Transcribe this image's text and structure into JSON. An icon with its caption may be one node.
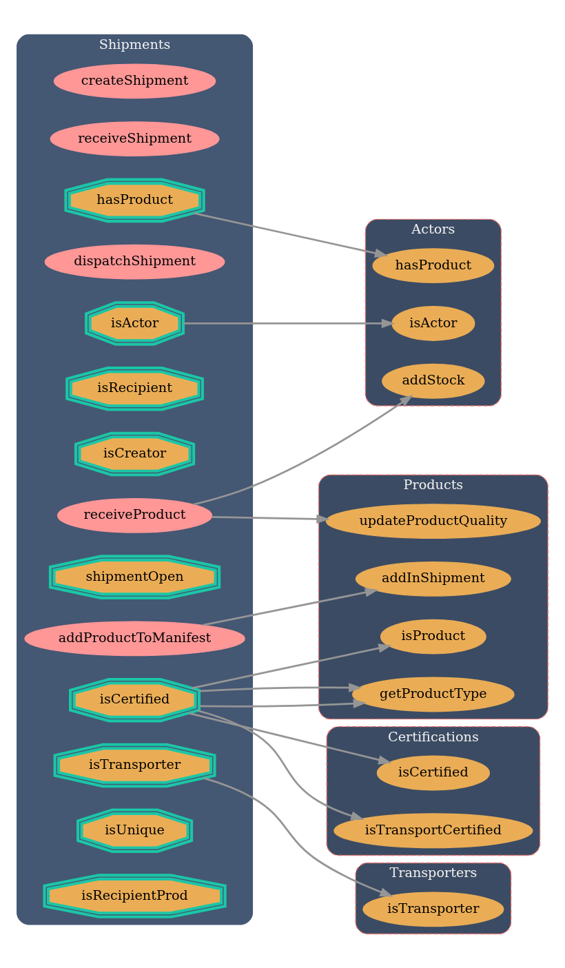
{
  "diagram": {
    "nodes": [
      {
        "text": [
          "Shipments"
        ]
      },
      {
        "text": [
          "createShipment"
        ],
        "in": 0
      },
      {
        "text": [
          "receiveShipment"
        ],
        "in": 0
      },
      {
        "text": [
          "hasProduct"
        ],
        "in": 0
      },
      {
        "text": [
          "dispatchShipment"
        ],
        "in": 0
      },
      {
        "text": [
          "isActor"
        ],
        "in": 0
      },
      {
        "text": [
          "isRecipient"
        ],
        "in": 0
      },
      {
        "text": [
          "isCreator"
        ],
        "in": 0
      },
      {
        "text": [
          "receiveProduct"
        ],
        "in": 0
      },
      {
        "text": [
          "shipmentOpen"
        ],
        "in": 0
      },
      {
        "text": [
          "addProductToManifest"
        ],
        "in": 0
      },
      {
        "text": [
          "isCertified"
        ],
        "in": 0
      },
      {
        "text": [
          "isTransporter"
        ],
        "in": 0
      },
      {
        "text": [
          "isUnique"
        ],
        "in": 0
      },
      {
        "text": [
          "isRecipientProd"
        ],
        "in": 0
      },
      {
        "text": [
          "Actors"
        ]
      },
      {
        "text": [
          "hasProduct"
        ],
        "in": 15
      },
      {
        "text": [
          "isActor"
        ],
        "in": 15
      },
      {
        "text": [
          "addStock"
        ],
        "in": 15
      },
      {
        "text": [
          "Products"
        ]
      },
      {
        "text": [
          "updateProductQuality"
        ],
        "in": 19
      },
      {
        "text": [
          "addInShipment"
        ],
        "in": 19
      },
      {
        "text": [
          "isProduct"
        ],
        "in": 19
      },
      {
        "text": [
          "getProductType"
        ],
        "in": 19
      },
      {
        "text": [
          "Certifications"
        ]
      },
      {
        "text": [
          "isCertified"
        ],
        "in": 24
      },
      {
        "text": [
          "isTransportCertified"
        ],
        "in": 24
      },
      {
        "text": [
          "Transporters"
        ]
      },
      {
        "text": [
          "isTransporter"
        ],
        "in": 27
      }
    ],
    "edges": [
      {
        "from": 3,
        "to": 16,
        "arrow": "to"
      },
      {
        "from": 5,
        "to": 17,
        "arrow": "to"
      },
      {
        "from": 8,
        "to": 18,
        "arrow": "to"
      },
      {
        "from": 8,
        "to": 20,
        "arrow": "to"
      },
      {
        "from": 10,
        "to": 21,
        "arrow": "to"
      },
      {
        "from": 11,
        "to": 22,
        "arrow": "to"
      },
      {
        "from": 11,
        "to": 23,
        "arrow": "to"
      },
      {
        "from": 11,
        "to": 23,
        "arrow": "to"
      },
      {
        "from": 11,
        "to": 25,
        "arrow": "to"
      },
      {
        "from": 11,
        "to": 26,
        "arrow": "to"
      },
      {
        "from": 12,
        "to": 28,
        "arrow": "to"
      }
    ]
  }
}
